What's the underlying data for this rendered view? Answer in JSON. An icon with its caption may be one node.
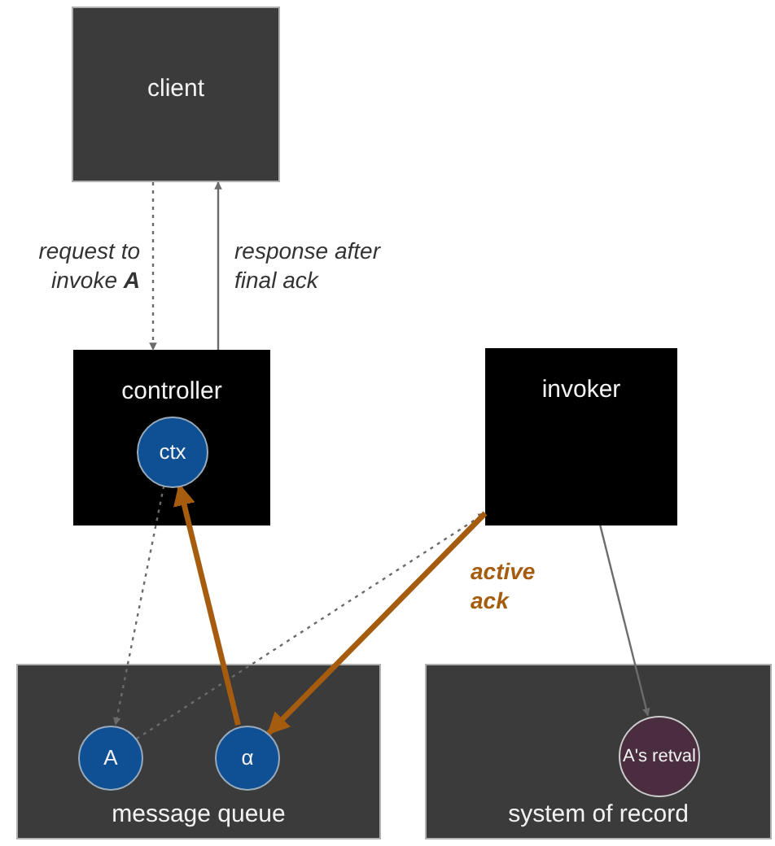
{
  "diagram": {
    "nodes": [
      {
        "text": [
          "client"
        ]
      },
      {
        "text": [
          "controller"
        ]
      },
      {
        "text": [
          "ctx"
        ],
        "in": 1
      },
      {
        "text": [
          "invoker"
        ]
      },
      {
        "text": [
          "message queue"
        ]
      },
      {
        "text": [
          "A"
        ],
        "in": 4
      },
      {
        "text": [
          "α"
        ],
        "in": 4
      },
      {
        "text": [
          "system of record"
        ]
      },
      {
        "text": [
          "A's retval"
        ],
        "in": 7
      }
    ],
    "edges": [
      {
        "from": 0,
        "to": 1,
        "arrow": "to",
        "style": "dashed",
        "label": "request to invoke **A**"
      },
      {
        "from": 1,
        "to": 0,
        "arrow": "to",
        "label": "response after final ack"
      },
      {
        "from": 2,
        "to": 5,
        "arrow": "to",
        "style": "dashed"
      },
      {
        "from": 5,
        "to": 3,
        "arrow": "to",
        "style": "dashed"
      },
      {
        "from": 6,
        "to": 2,
        "arrow": "to",
        "style": "thick",
        "color": "#a65c0e"
      },
      {
        "from": 3,
        "to": 6,
        "arrow": "to",
        "style": "thick",
        "color": "#a65c0e",
        "label": "active ack"
      },
      {
        "from": 3,
        "to": 8,
        "arrow": "to"
      }
    ]
  }
}
